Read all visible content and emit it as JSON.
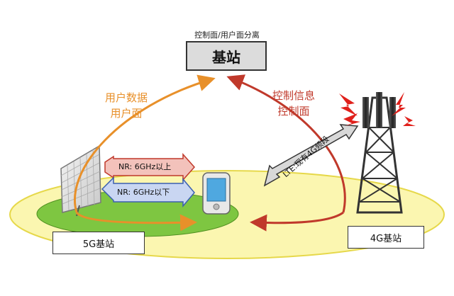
{
  "base_station": {
    "caption": "控制面/用户面分离",
    "label": "基站"
  },
  "user_plane_label": [
    "用户数据",
    "用户面"
  ],
  "control_plane_label": [
    "控制信息",
    "控制面"
  ],
  "nr_links": {
    "uplink": "NR: 6GHz以上",
    "downlink": "NR: 6GHz以下"
  },
  "lte_link": "LTE:现有4G频段",
  "station_5g": "5G基站",
  "station_4g": "4G基站",
  "colors": {
    "user_plane": "#e8902a",
    "control_plane": "#c0392b",
    "nr_upper_arrow": "#f3c2bb",
    "nr_lower_arrow": "#c9d6f2",
    "ellipse_outer": "#fbf6b0",
    "ellipse_inner": "#7ec641"
  }
}
